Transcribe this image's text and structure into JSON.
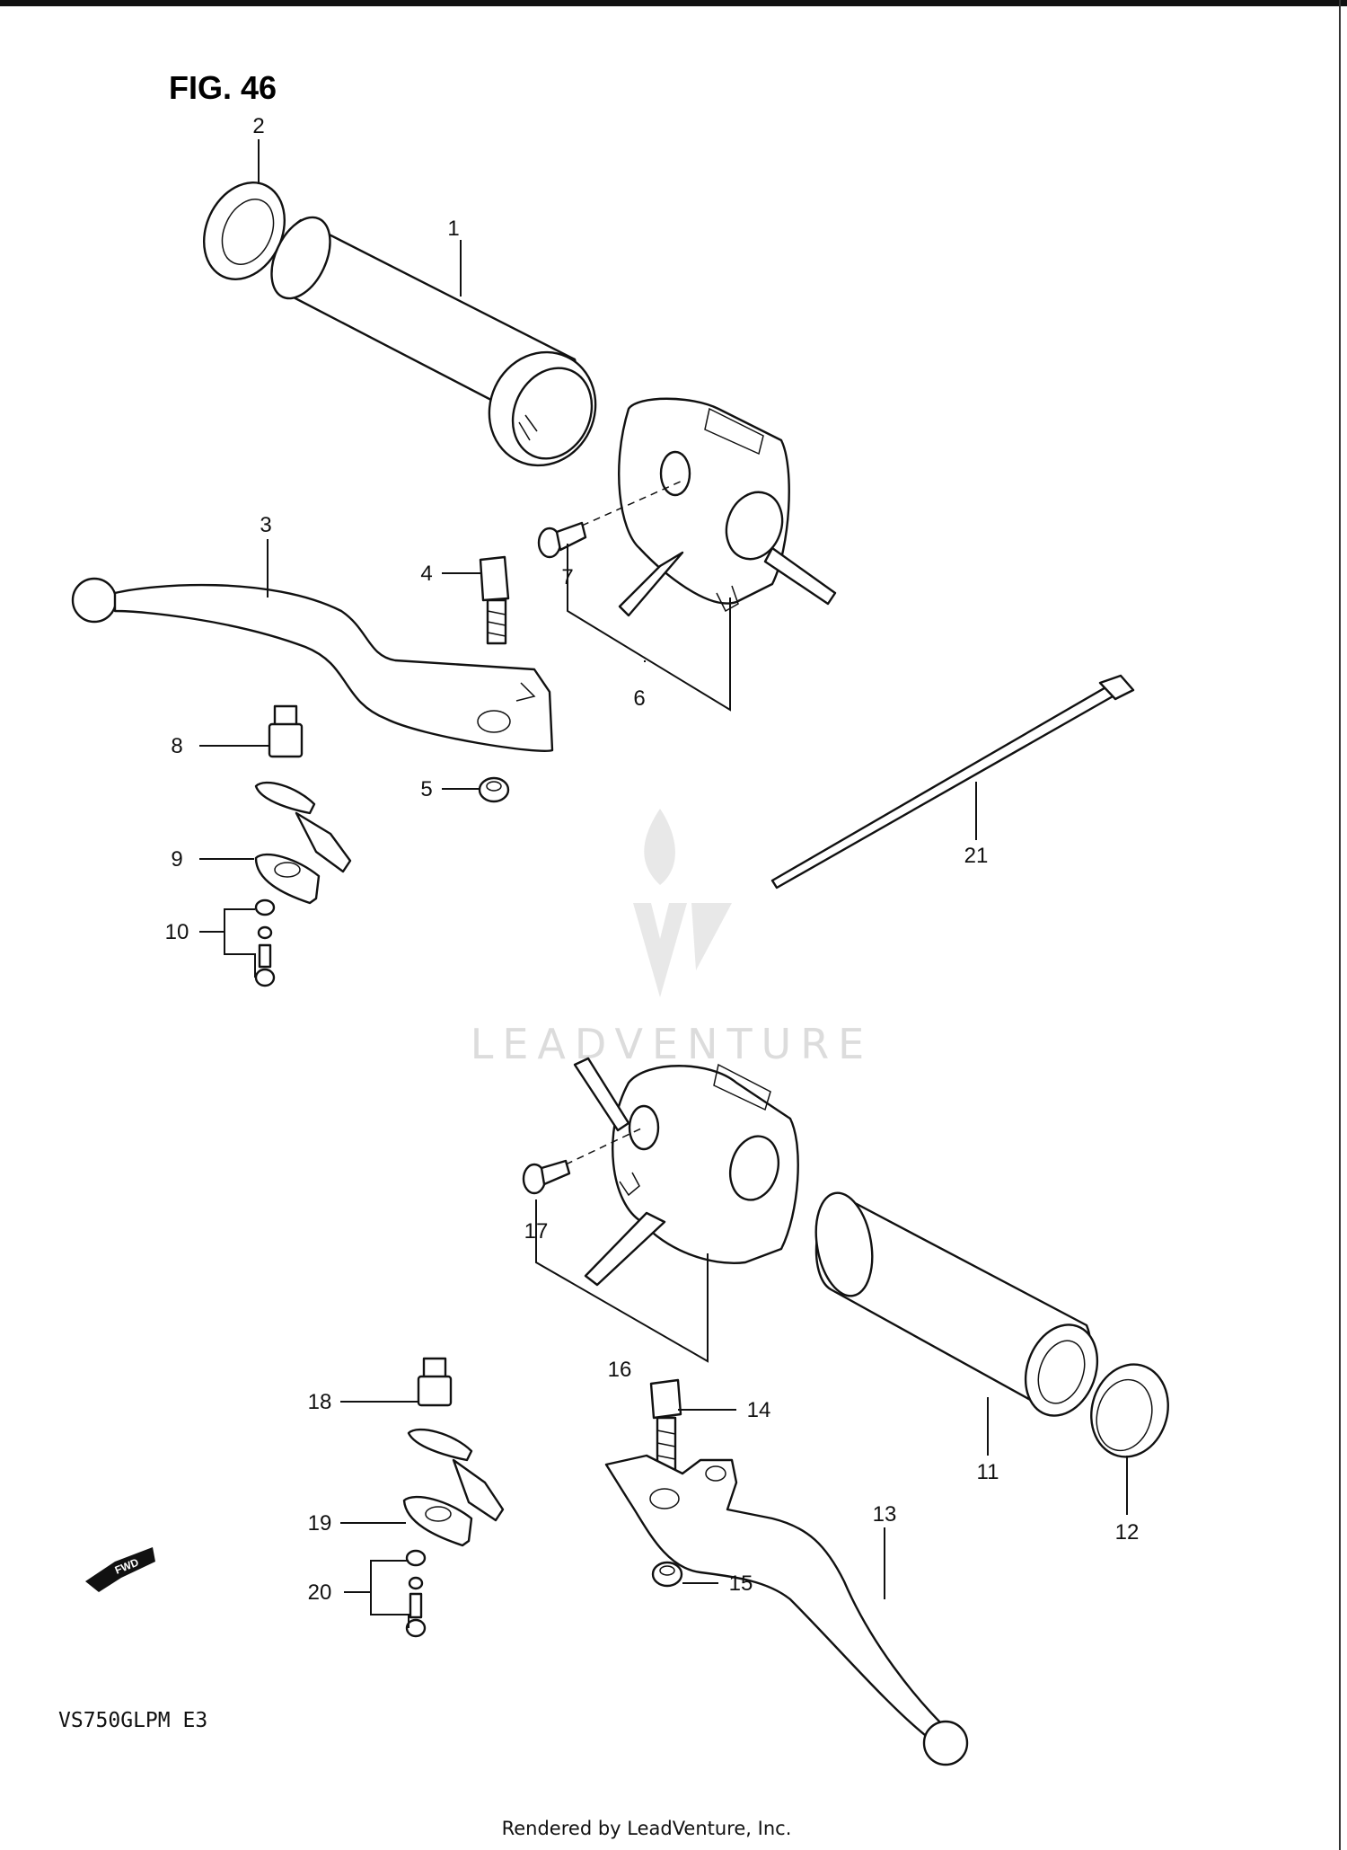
{
  "figure_title": "FIG. 46",
  "model_code": "VS750GLPM  E3",
  "footer": "Rendered by LeadVenture, Inc.",
  "watermark": "LEADVENTURE",
  "fwd_arrow": "FWD",
  "callouts": {
    "c1": "1",
    "c2": "2",
    "c3": "3",
    "c4": "4",
    "c5": "5",
    "c6": "6",
    "c7": "7",
    "c8": "8",
    "c9": "9",
    "c10": "10",
    "c11": "11",
    "c12": "12",
    "c13": "13",
    "c14": "14",
    "c15": "15",
    "c16": "16",
    "c17": "17",
    "c18": "18",
    "c19": "19",
    "c20": "20",
    "c21": "21"
  }
}
